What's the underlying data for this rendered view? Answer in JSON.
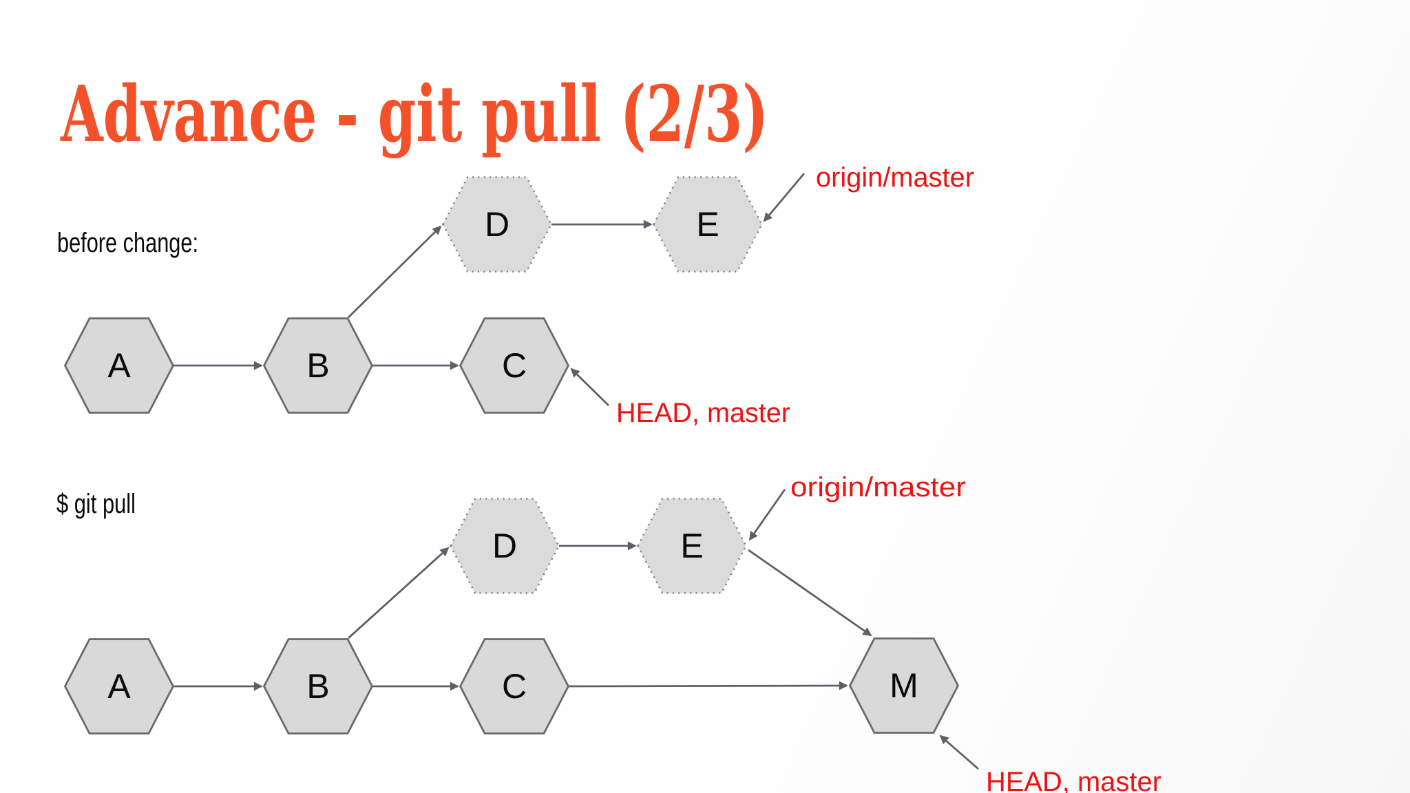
{
  "slide": {
    "title": "Advance - git pull (2/3)"
  },
  "colors": {
    "title_orange": "#f4502a",
    "ref_label_red": "#ee1111",
    "node_fill": "#d9d9d9",
    "node_border": "#6a6a6a",
    "arrow_gray": "#5d6066",
    "caption_black": "#0b0b0b"
  },
  "before": {
    "caption": "before change:",
    "node_a": "A",
    "node_b": "B",
    "node_c": "C",
    "node_d": "D",
    "node_e": "E",
    "origin_label": "origin/master",
    "head_label": "HEAD, master"
  },
  "after": {
    "caption": "$ git pull",
    "node_a": "A",
    "node_b": "B",
    "node_c": "C",
    "node_d": "D",
    "node_e": "E",
    "node_m": "M",
    "origin_label": "origin/master",
    "head_label": "HEAD, master"
  }
}
